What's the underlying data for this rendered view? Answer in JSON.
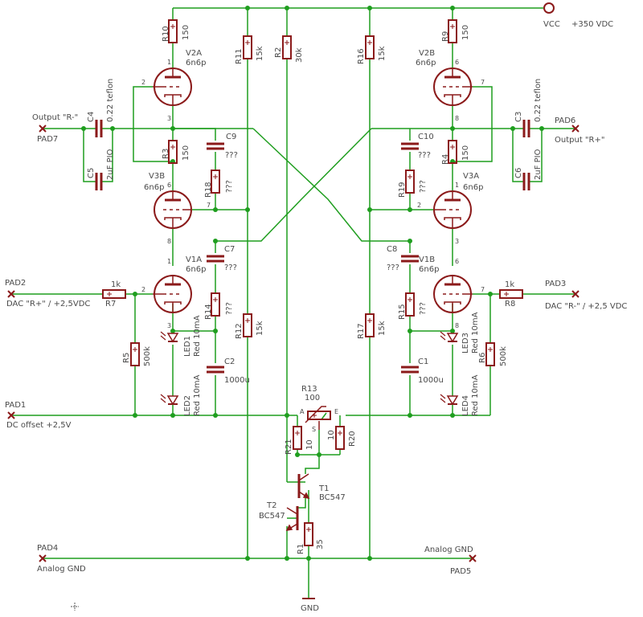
{
  "supply": {
    "net": "VCC",
    "value": "+350 VDC"
  },
  "gnd_label": "GND",
  "pads": {
    "pad1": {
      "name": "PAD1",
      "label": "DC offset +2,5V"
    },
    "pad2": {
      "name": "PAD2",
      "label": "DAC \"R+\" / +2,5VDC"
    },
    "pad3": {
      "name": "PAD3",
      "label": "DAC \"R-\" / +2,5 VDC"
    },
    "pad4": {
      "name": "PAD4",
      "label": "Analog GND"
    },
    "pad5": {
      "name": "PAD5",
      "label": "Analog GND"
    },
    "pad6": {
      "name": "PAD6",
      "label": "Output \"R+\""
    },
    "pad7": {
      "name": "PAD7",
      "label": "Output \"R-\""
    }
  },
  "resistors": {
    "R1": {
      "name": "R1",
      "value": "35"
    },
    "R2": {
      "name": "R2",
      "value": "30k"
    },
    "R3": {
      "name": "R3",
      "value": "150"
    },
    "R4": {
      "name": "R4",
      "value": "150"
    },
    "R5": {
      "name": "R5",
      "value": "500k"
    },
    "R6": {
      "name": "R6",
      "value": "500k"
    },
    "R7": {
      "name": "R7",
      "value": "1k"
    },
    "R8": {
      "name": "R8",
      "value": "1k"
    },
    "R9": {
      "name": "R9",
      "value": "150"
    },
    "R10": {
      "name": "R10",
      "value": "150"
    },
    "R11": {
      "name": "R11",
      "value": "15k"
    },
    "R12": {
      "name": "R12",
      "value": "15k"
    },
    "R13": {
      "name": "R13",
      "value": "100"
    },
    "R14": {
      "name": "R14",
      "value": "???"
    },
    "R15": {
      "name": "R15",
      "value": "???"
    },
    "R16": {
      "name": "R16",
      "value": "15k"
    },
    "R17": {
      "name": "R17",
      "value": "15k"
    },
    "R18": {
      "name": "R18",
      "value": "???"
    },
    "R19": {
      "name": "R19",
      "value": "???"
    },
    "R20": {
      "name": "R20",
      "value": "10"
    },
    "R21": {
      "name": "R21",
      "value": "10"
    }
  },
  "capacitors": {
    "C1": {
      "name": "C1",
      "value": "1000u"
    },
    "C2": {
      "name": "C2",
      "value": "1000u"
    },
    "C3": {
      "name": "C3",
      "value": "0.22 teflon"
    },
    "C4": {
      "name": "C4",
      "value": "0.22 teflon"
    },
    "C5": {
      "name": "C5",
      "value": "2uF PIO"
    },
    "C6": {
      "name": "C6",
      "value": "2uF PIO"
    },
    "C7": {
      "name": "C7",
      "value": "???"
    },
    "C8": {
      "name": "C8",
      "value": "???"
    },
    "C9": {
      "name": "C9",
      "value": "???"
    },
    "C10": {
      "name": "C10",
      "value": "???"
    }
  },
  "tubes": {
    "V1A": {
      "name": "V1A",
      "type": "6n6p"
    },
    "V1B": {
      "name": "V1B",
      "type": "6n6p"
    },
    "V2A": {
      "name": "V2A",
      "type": "6n6p"
    },
    "V2B": {
      "name": "V2B",
      "type": "6n6p"
    },
    "V3A": {
      "name": "V3A",
      "type": "6n6p"
    },
    "V3B": {
      "name": "V3B",
      "type": "6n6p"
    }
  },
  "leds": {
    "LED1": {
      "name": "LED1",
      "value": "Red 10mA"
    },
    "LED2": {
      "name": "LED2",
      "value": "Red 10mA"
    },
    "LED3": {
      "name": "LED3",
      "value": "Red 10mA"
    },
    "LED4": {
      "name": "LED4",
      "value": "Red 10mA"
    }
  },
  "transistors": {
    "T1": {
      "name": "T1",
      "type": "BC547"
    },
    "T2": {
      "name": "T2",
      "type": "BC547"
    }
  },
  "pot_pins": {
    "a": "A",
    "e": "E",
    "s": "S"
  },
  "pin_numbers": {
    "v2a": {
      "g": "2",
      "a": "1",
      "k": "3"
    },
    "v3b": {
      "g": "7",
      "a": "6",
      "k": "8"
    },
    "v1a": {
      "g": "2",
      "a": "1",
      "k": "3"
    },
    "v2b": {
      "g": "7",
      "a": "6",
      "k": "8"
    },
    "v3a": {
      "g": "2",
      "a": "1",
      "k": "3"
    },
    "v1b": {
      "g": "7",
      "a": "6",
      "k": "8"
    }
  },
  "colors": {
    "wire": "#1f9e1f",
    "part": "#8b1a1a",
    "text": "#4a4a4a"
  }
}
